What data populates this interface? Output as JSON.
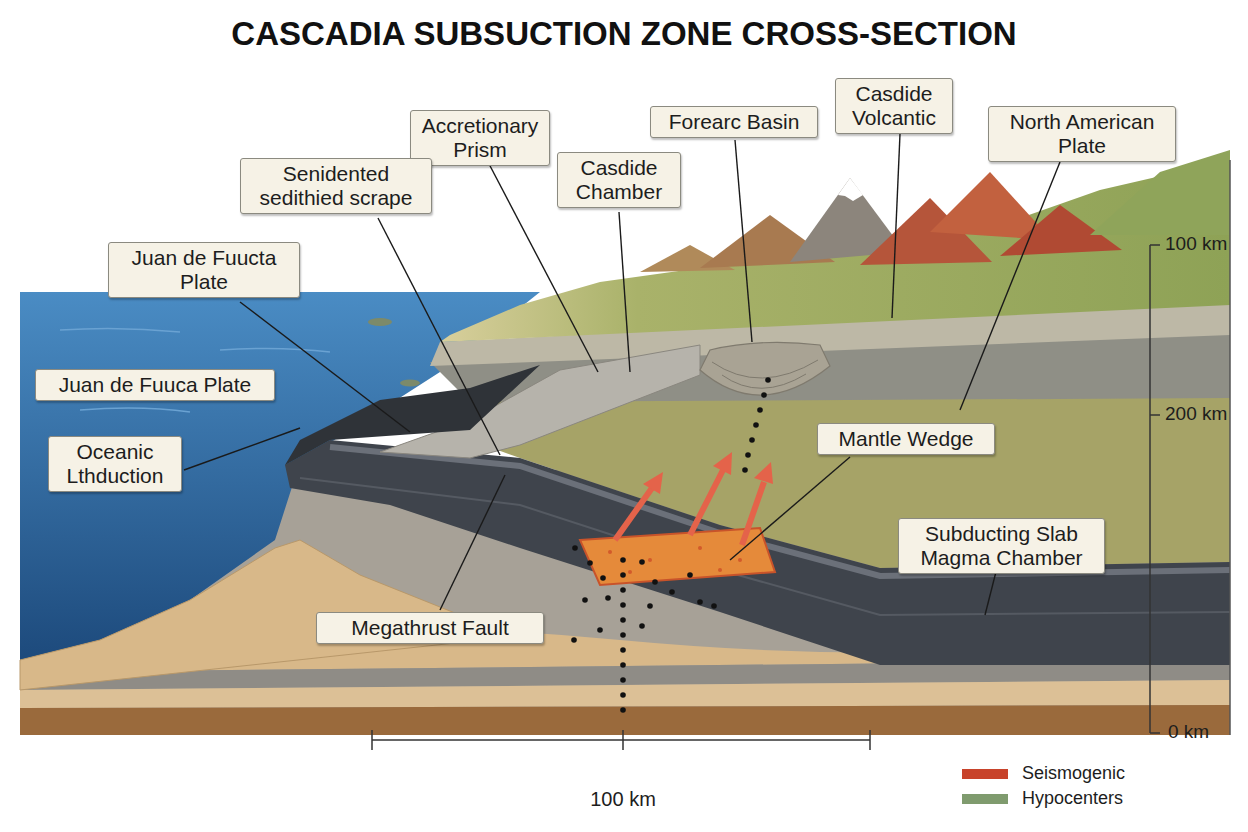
{
  "diagram": {
    "title": "CASCADIA SUBSUCTION ZONE CROSS-SECTION",
    "nodes": [
      {
        "text": [
          "Accretionary Prism"
        ]
      },
      {
        "text": [
          "Forearc Basin"
        ]
      },
      {
        "text": [
          "Casdide Volcantic"
        ]
      },
      {
        "text": [
          "North American Plate"
        ]
      },
      {
        "text": [
          "Senidented sedithied scrape"
        ]
      },
      {
        "text": [
          "Casdide Chamber"
        ]
      },
      {
        "text": [
          "Juan de Fuucta Plate"
        ]
      },
      {
        "text": [
          "Juan de Fuuca Plate"
        ]
      },
      {
        "text": [
          "Oceanic Lthduction"
        ]
      },
      {
        "text": [
          "Mantle Wedge"
        ]
      },
      {
        "text": [
          "Subducting Slab Magma Chamber"
        ]
      },
      {
        "text": [
          "Megathrust Fault"
        ]
      }
    ],
    "labels": [
      "100 km",
      "200 km",
      "0 km",
      "100 km"
    ],
    "legend": [
      {
        "text": "Seismogenic",
        "color": "#c8432b"
      },
      {
        "text": "Hypocenters",
        "color": "#7f9b6e"
      }
    ]
  }
}
